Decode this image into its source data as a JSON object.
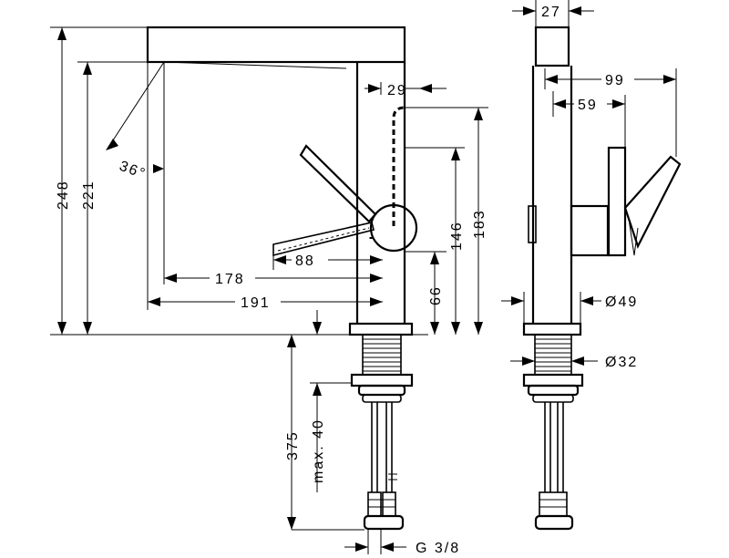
{
  "dimensions": {
    "angle": "36°",
    "height_total": "248",
    "height_spout": "221",
    "spout_reach": "178",
    "overall_reach": "191",
    "lever_offset": "88",
    "spout_tip": "29",
    "height_66": "66",
    "height_146": "146",
    "height_183": "183",
    "under_basin": "375",
    "max_thickness": "max. 40",
    "thread": "G 3/8",
    "width_27": "27",
    "side_99": "99",
    "side_59": "59",
    "diameter_body": "Ø49",
    "diameter_base": "Ø32"
  }
}
